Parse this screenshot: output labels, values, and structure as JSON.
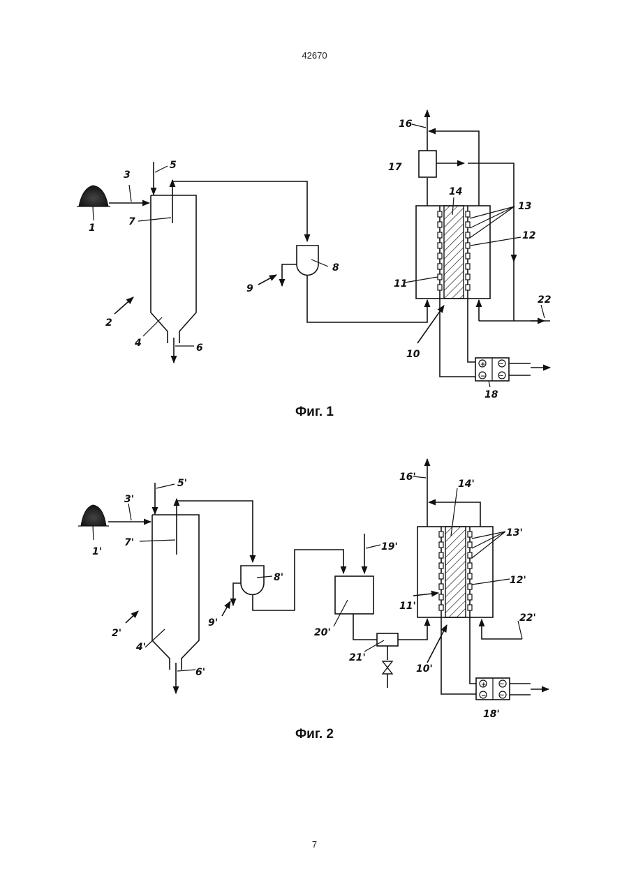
{
  "document": {
    "number": "42670",
    "page": "7"
  },
  "figures": [
    {
      "caption": "Фиг. 1",
      "labels": {
        "l1": "1",
        "l2": "2",
        "l3": "3",
        "l4": "4",
        "l5": "5",
        "l6": "6",
        "l7": "7",
        "l8": "8",
        "l9": "9",
        "l10": "10",
        "l11": "11",
        "l12": "12",
        "l13": "13",
        "l14": "14",
        "l16": "16",
        "l17": "17",
        "l18": "18",
        "l22": "22"
      }
    },
    {
      "caption": "Фиг. 2",
      "labels": {
        "l1": "1'",
        "l2": "2'",
        "l3": "3'",
        "l4": "4'",
        "l5": "5'",
        "l6": "6'",
        "l7": "7'",
        "l8": "8'",
        "l9": "9'",
        "l10": "10'",
        "l11": "11'",
        "l12": "12'",
        "l13": "13'",
        "l14": "14'",
        "l16": "16'",
        "l18": "18'",
        "l19": "19'",
        "l20": "20'",
        "l21": "21'",
        "l22": "22'"
      }
    }
  ],
  "symbols": {
    "plus": "+",
    "minus": "−",
    "ac": "~"
  }
}
